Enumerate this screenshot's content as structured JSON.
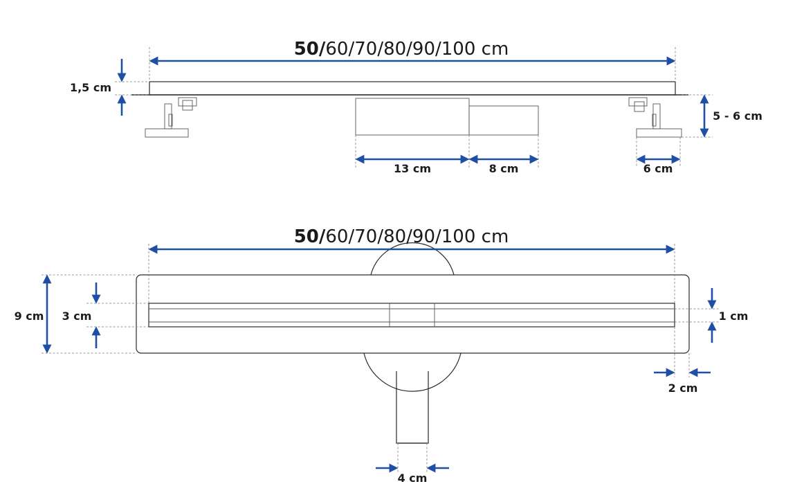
{
  "top_view": {
    "length_prefix": "50/",
    "length_rest": "60/70/80/90/100 cm",
    "height": "1,5 cm",
    "foot_height": "5 - 6 cm",
    "trap_width": "13 cm",
    "outlet_width": "8 cm",
    "foot_width": "6 cm"
  },
  "bottom_view": {
    "length_prefix": "50/",
    "length_rest": "60/70/80/90/100 cm",
    "total_width": "9 cm",
    "grate_width": "3 cm",
    "gap": "1 cm",
    "flange": "2 cm",
    "pipe_diameter": "4 cm"
  },
  "colors": {
    "dimension": "#1f4fa5",
    "outline": "#2a2a2a"
  }
}
